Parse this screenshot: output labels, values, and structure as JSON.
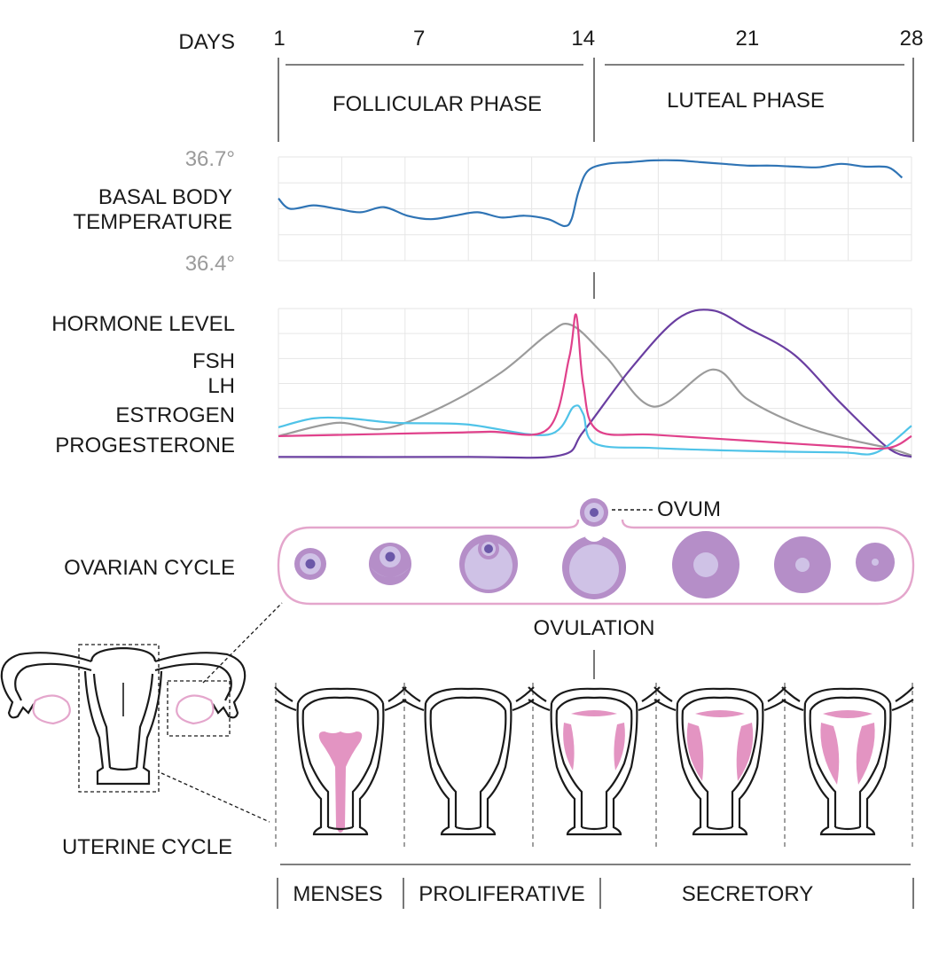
{
  "days": {
    "label": "DAYS",
    "ticks": [
      "1",
      "7",
      "14",
      "21",
      "28"
    ]
  },
  "phases": {
    "follicular": "FOLLICULAR PHASE",
    "luteal": "LUTEAL PHASE"
  },
  "temperature": {
    "label_line1": "BASAL BODY",
    "label_line2": "TEMPERATURE",
    "max_label": "36.7°",
    "min_label": "36.4°",
    "series": [
      [
        1,
        36.58
      ],
      [
        1.5,
        36.55
      ],
      [
        2.5,
        36.56
      ],
      [
        3.5,
        36.55
      ],
      [
        4.5,
        36.54
      ],
      [
        5.5,
        36.555
      ],
      [
        6.5,
        36.53
      ],
      [
        7.5,
        36.52
      ],
      [
        8.5,
        36.53
      ],
      [
        9.5,
        36.54
      ],
      [
        10.5,
        36.525
      ],
      [
        11.5,
        36.53
      ],
      [
        12.5,
        36.52
      ],
      [
        13.2,
        36.5
      ],
      [
        13.5,
        36.52
      ],
      [
        13.8,
        36.6
      ],
      [
        14.2,
        36.66
      ],
      [
        15,
        36.68
      ],
      [
        16,
        36.685
      ],
      [
        17,
        36.69
      ],
      [
        18,
        36.69
      ],
      [
        19,
        36.685
      ],
      [
        20,
        36.68
      ],
      [
        21,
        36.675
      ],
      [
        22,
        36.675
      ],
      [
        23,
        36.672
      ],
      [
        24,
        36.67
      ],
      [
        25,
        36.68
      ],
      [
        26,
        36.672
      ],
      [
        27,
        36.67
      ],
      [
        27.6,
        36.64
      ]
    ]
  },
  "hormones": {
    "title": "HORMONE LEVEL",
    "fsh_label": "FSH",
    "lh_label": "LH",
    "estrogen_label": "ESTROGEN",
    "progesterone_label": "PROGESTERONE",
    "colors": {
      "fsh": "#4fc3e8",
      "lh": "#e0418b",
      "estrogen": "#9b9b9b",
      "progesterone": "#6a3ea1",
      "temperature": "#2f74b5"
    },
    "series": {
      "fsh": [
        [
          1,
          21
        ],
        [
          2.5,
          27
        ],
        [
          4,
          27
        ],
        [
          6,
          24
        ],
        [
          9,
          23
        ],
        [
          12.5,
          16
        ],
        [
          13.6,
          35
        ],
        [
          14,
          30
        ],
        [
          14.5,
          10
        ],
        [
          17,
          7
        ],
        [
          21,
          5
        ],
        [
          25,
          4
        ],
        [
          26.5,
          4
        ],
        [
          28,
          22
        ]
      ],
      "lh": [
        [
          1,
          15
        ],
        [
          4,
          16
        ],
        [
          7,
          17
        ],
        [
          10,
          18
        ],
        [
          12.5,
          20
        ],
        [
          13.4,
          68
        ],
        [
          13.7,
          97
        ],
        [
          14,
          50
        ],
        [
          14.6,
          19
        ],
        [
          17,
          16
        ],
        [
          21,
          12
        ],
        [
          25,
          8
        ],
        [
          27,
          7
        ],
        [
          28,
          15
        ]
      ],
      "estrogen": [
        [
          1,
          15
        ],
        [
          3.5,
          24
        ],
        [
          5.5,
          20
        ],
        [
          8,
          35
        ],
        [
          10.5,
          58
        ],
        [
          12.5,
          84
        ],
        [
          13.5,
          90
        ],
        [
          15,
          68
        ],
        [
          17,
          35
        ],
        [
          19.5,
          60
        ],
        [
          21,
          40
        ],
        [
          23,
          24
        ],
        [
          25,
          14
        ],
        [
          27,
          7
        ],
        [
          28,
          2
        ]
      ],
      "progesterone": [
        [
          1,
          1
        ],
        [
          9,
          1
        ],
        [
          13,
          2
        ],
        [
          14,
          18
        ],
        [
          16,
          60
        ],
        [
          18,
          94
        ],
        [
          19.5,
          100
        ],
        [
          21,
          88
        ],
        [
          23,
          70
        ],
        [
          25,
          37
        ],
        [
          27,
          7
        ],
        [
          28,
          1
        ]
      ]
    }
  },
  "ovarian": {
    "label": "OVARIAN CYCLE",
    "ovum_label": "OVUM",
    "ovulation_label": "OVULATION",
    "outer_color": "#b58ec8",
    "inner_color": "#cfc2e6",
    "core_color": "#6b58a8"
  },
  "uterine": {
    "label": "UTERINE CYCLE",
    "lining_color": "#e394c2",
    "phases": [
      "MENSES",
      "PROLIFERATIVE",
      "SECRETORY"
    ]
  }
}
